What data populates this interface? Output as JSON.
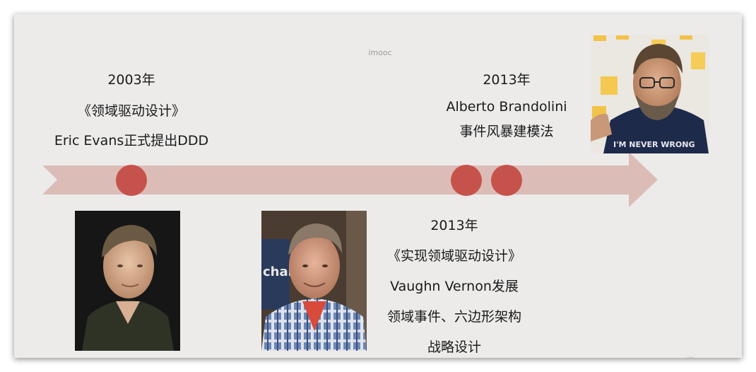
{
  "watermark": "imooc",
  "events": [
    {
      "year": "2003年",
      "lines": [
        "《领域驱动设计》",
        "Eric Evans正式提出DDD"
      ]
    },
    {
      "year": "2013年",
      "lines": [
        "Alberto Brandolini",
        "事件风暴建模法"
      ]
    },
    {
      "year": "2013年",
      "lines": [
        "《实现领域驱动设计》",
        "Vaughn Vernon发展",
        "领域事件、六边形架构",
        "战略设计"
      ]
    }
  ],
  "photos": [
    {
      "person": "Eric Evans"
    },
    {
      "person": "Vaughn Vernon",
      "poster_text": "chan"
    },
    {
      "person": "Alberto Brandolini",
      "shirt_text": "I'M NEVER WRONG"
    }
  ],
  "colors": {
    "timeline": "#dcbcb6",
    "marker": "#c6534b",
    "background": "#ecebea"
  }
}
